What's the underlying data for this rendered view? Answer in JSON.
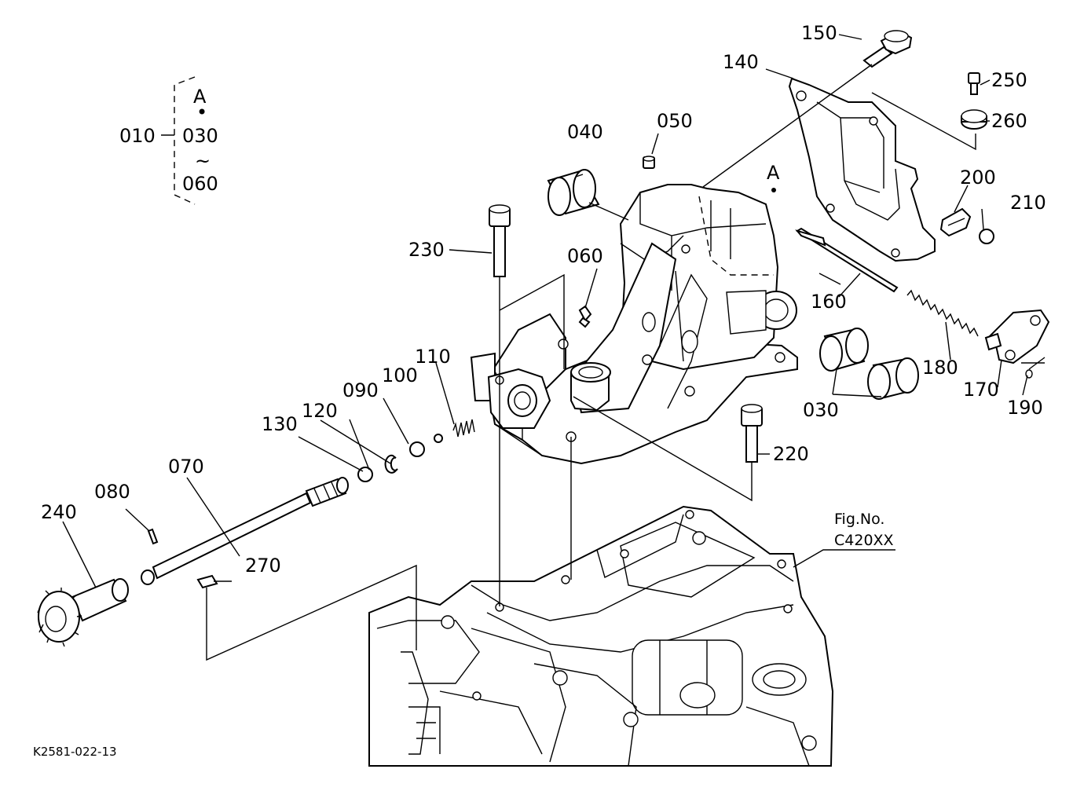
{
  "diagram": {
    "group_bracket": {
      "main": "010",
      "top": "A",
      "dot": "•",
      "from": "030",
      "tilde": "~",
      "to": "060"
    },
    "marker_a": "A",
    "parts": {
      "p150": "150",
      "p140": "140",
      "p250": "250",
      "p260": "260",
      "p040": "040",
      "p050": "050",
      "p200": "200",
      "p210": "210",
      "p230": "230",
      "p060": "060",
      "p160": "160",
      "p110": "110",
      "p090": "090",
      "p100": "100",
      "p180": "180",
      "p130": "130",
      "p120": "120",
      "p030": "030",
      "p170": "170",
      "p190": "190",
      "p070": "070",
      "p220": "220",
      "p080": "080",
      "p240": "240",
      "p270": "270"
    },
    "fig_ref": {
      "line1": "Fig.No.",
      "line2": "C420XX"
    },
    "drawing_id": "K2581-022-13"
  }
}
